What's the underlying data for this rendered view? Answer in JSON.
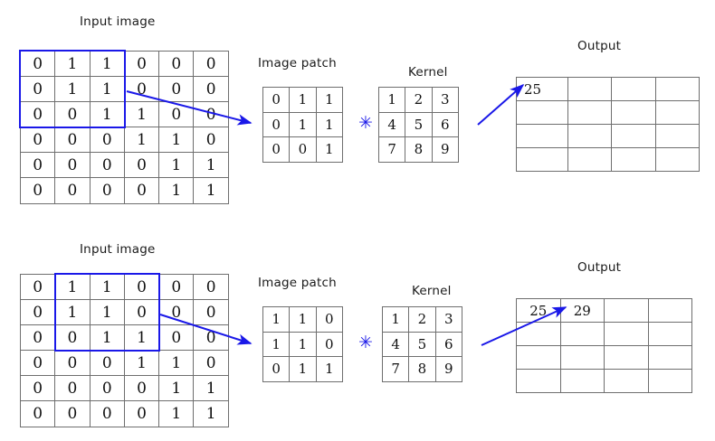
{
  "figure": {
    "title_hidden": "",
    "accent_color": "#1a18e8",
    "grid_line_color": "#6e6e6e",
    "conv_symbol": "✳"
  },
  "labels": {
    "input_image": "Input image",
    "image_patch": "Image patch",
    "kernel": "Kernel",
    "output": "Output"
  },
  "chart_data": {
    "type": "table",
    "title": "2D convolution: sliding image patch over input image",
    "rows": [
      {
        "step": 1,
        "input_image": {
          "rows": 6,
          "cols": 6,
          "values": [
            [
              0,
              1,
              1,
              0,
              0,
              0
            ],
            [
              0,
              1,
              1,
              0,
              0,
              0
            ],
            [
              0,
              0,
              1,
              1,
              0,
              0
            ],
            [
              0,
              0,
              0,
              1,
              1,
              0
            ],
            [
              0,
              0,
              0,
              0,
              1,
              1
            ],
            [
              0,
              0,
              0,
              0,
              1,
              1
            ]
          ],
          "highlight": {
            "row_start": 0,
            "col_start": 0,
            "rows": 3,
            "cols": 3
          }
        },
        "image_patch": {
          "rows": 3,
          "cols": 3,
          "values": [
            [
              0,
              1,
              1
            ],
            [
              0,
              1,
              1
            ],
            [
              0,
              0,
              1
            ]
          ]
        },
        "kernel": {
          "rows": 3,
          "cols": 3,
          "values": [
            [
              1,
              2,
              3
            ],
            [
              4,
              5,
              6
            ],
            [
              7,
              8,
              9
            ]
          ]
        },
        "output": {
          "rows": 4,
          "cols": 4,
          "values": [
            [
              "25",
              "",
              "",
              ""
            ],
            [
              "",
              "",
              "",
              ""
            ],
            [
              "",
              "",
              "",
              ""
            ],
            [
              "",
              "",
              "",
              ""
            ]
          ]
        }
      },
      {
        "step": 2,
        "input_image": {
          "rows": 6,
          "cols": 6,
          "values": [
            [
              0,
              1,
              1,
              0,
              0,
              0
            ],
            [
              0,
              1,
              1,
              0,
              0,
              0
            ],
            [
              0,
              0,
              1,
              1,
              0,
              0
            ],
            [
              0,
              0,
              0,
              1,
              1,
              0
            ],
            [
              0,
              0,
              0,
              0,
              1,
              1
            ],
            [
              0,
              0,
              0,
              0,
              1,
              1
            ]
          ],
          "highlight": {
            "row_start": 0,
            "col_start": 1,
            "rows": 3,
            "cols": 3
          }
        },
        "image_patch": {
          "rows": 3,
          "cols": 3,
          "values": [
            [
              1,
              1,
              0
            ],
            [
              1,
              1,
              0
            ],
            [
              0,
              1,
              1
            ]
          ]
        },
        "kernel": {
          "rows": 3,
          "cols": 3,
          "values": [
            [
              1,
              2,
              3
            ],
            [
              4,
              5,
              6
            ],
            [
              7,
              8,
              9
            ]
          ]
        },
        "output": {
          "rows": 4,
          "cols": 4,
          "values": [
            [
              "25",
              "29",
              "",
              ""
            ],
            [
              "",
              "",
              "",
              ""
            ],
            [
              "",
              "",
              "",
              ""
            ],
            [
              "",
              "",
              "",
              ""
            ]
          ]
        }
      }
    ]
  }
}
